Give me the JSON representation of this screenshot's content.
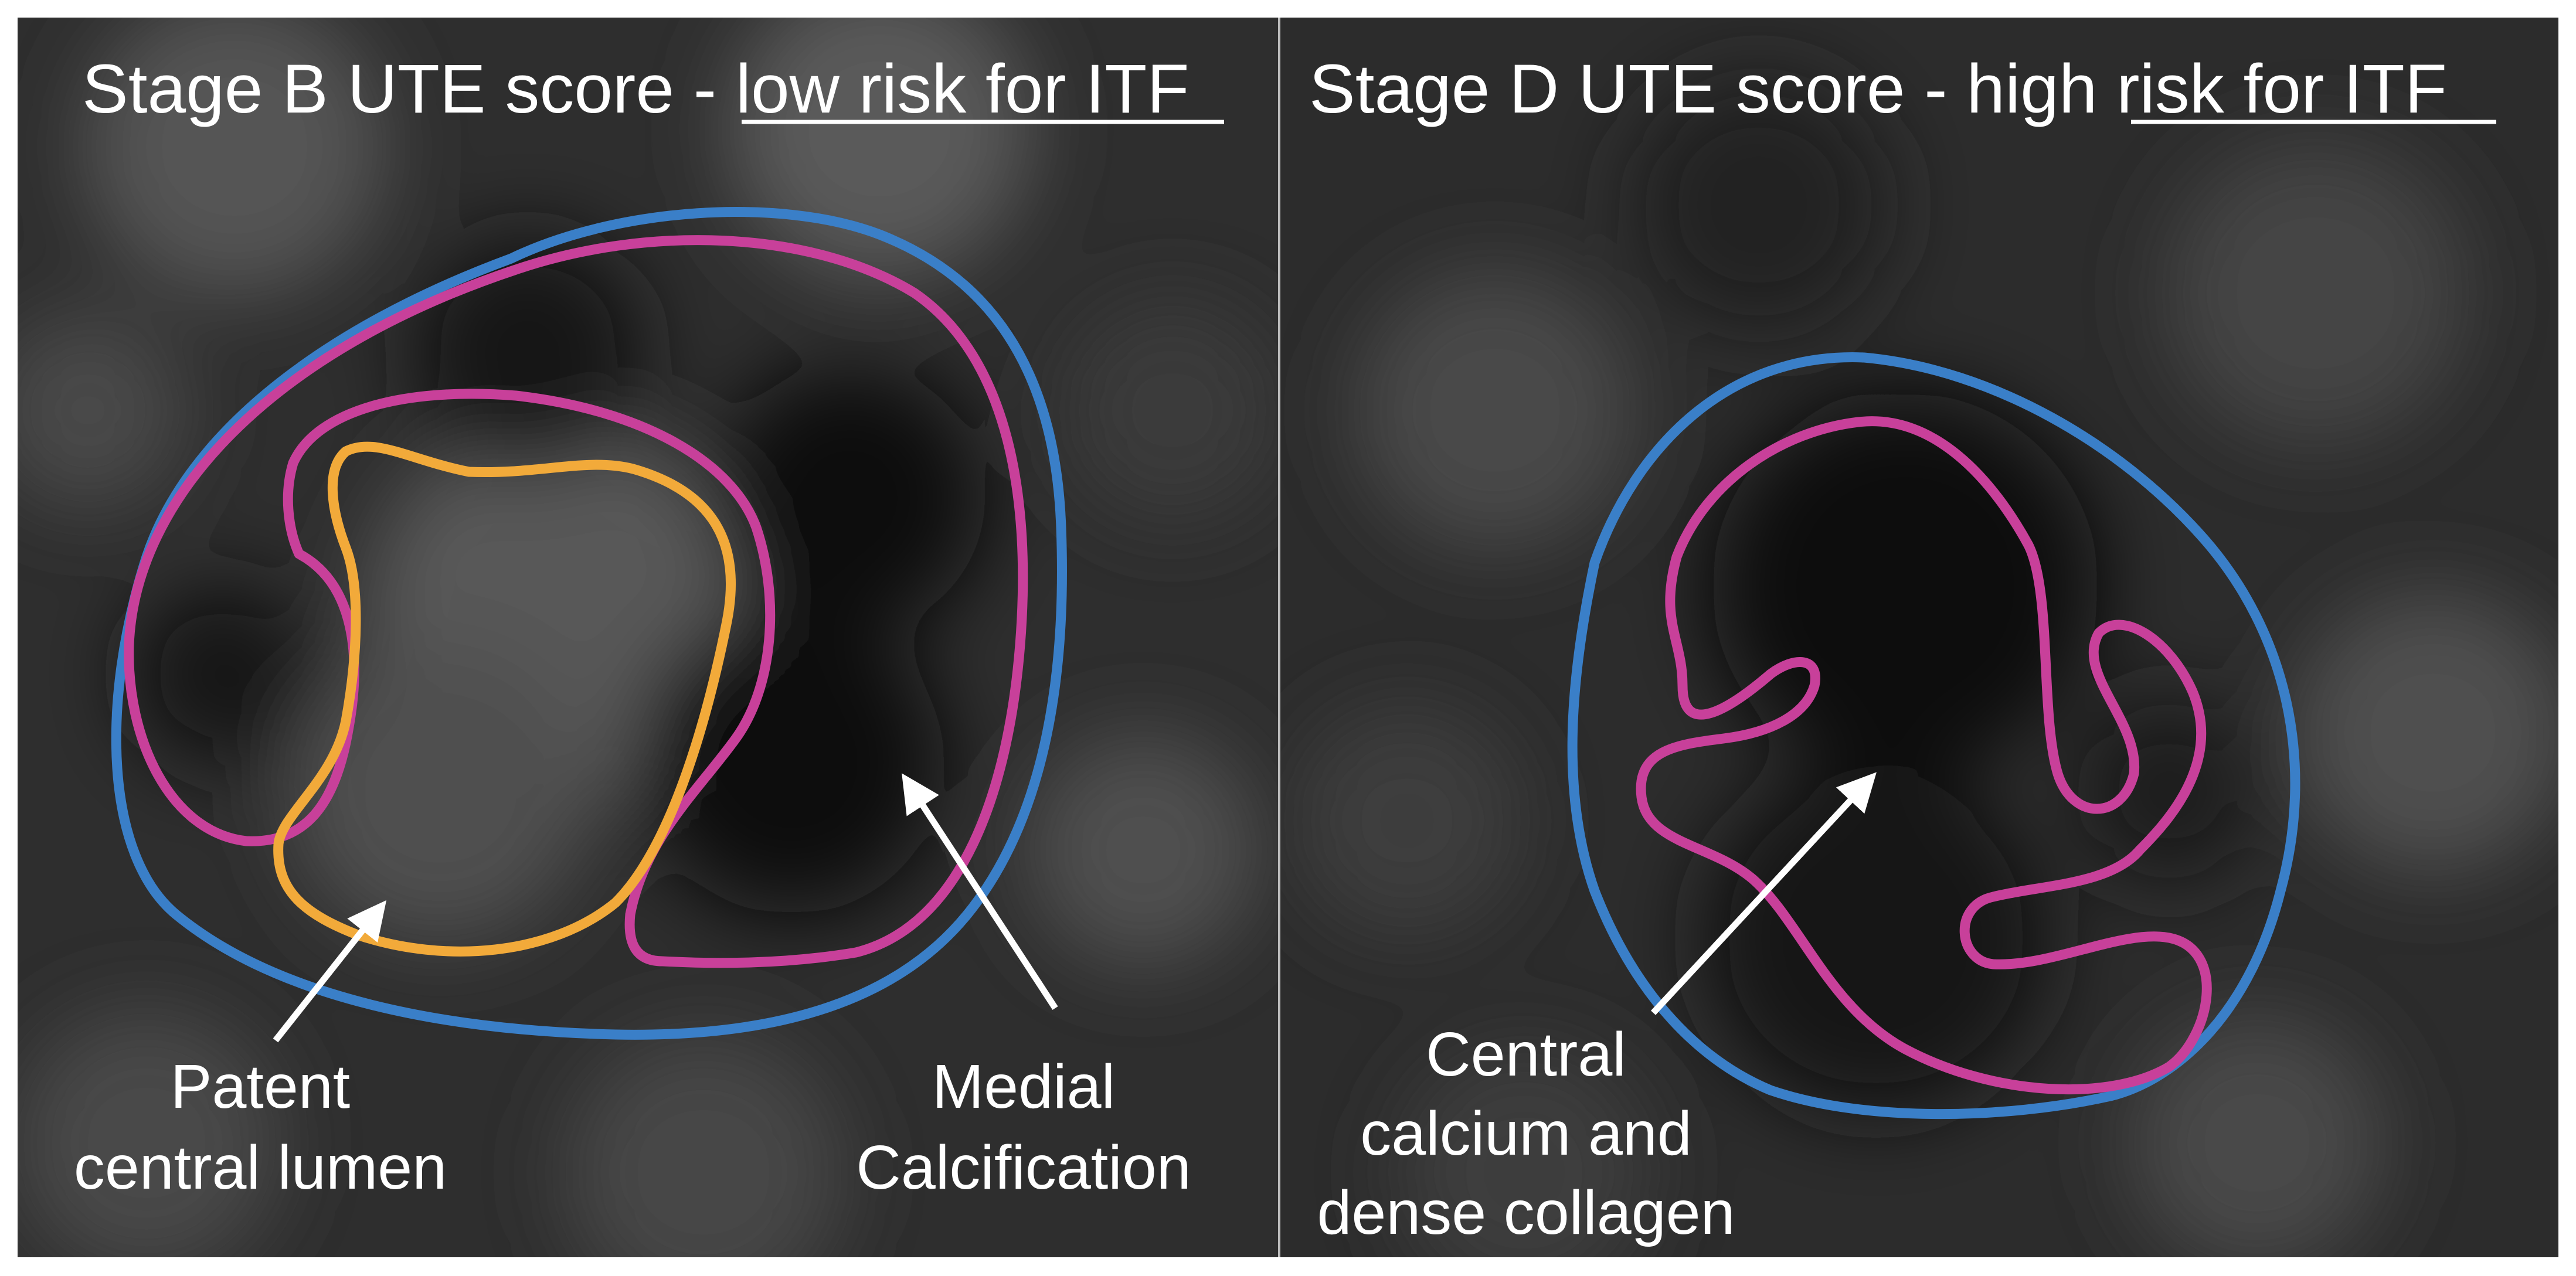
{
  "panels": [
    {
      "title_prefix": "Stage B UTE score - ",
      "title_emphasis": "low risk for ITF",
      "labels": {
        "lumen_line1": "Patent",
        "lumen_line2": "central lumen",
        "calc_line1": "Medial",
        "calc_line2": "Calcification"
      }
    },
    {
      "title_prefix": "Stage D UTE score -  high",
      "title_emphasis": " risk for ITF",
      "labels": {
        "line1": "Central",
        "line2": "calcium and",
        "line3": "dense collagen"
      }
    }
  ],
  "colors": {
    "outer_contour": "#3a7fc8",
    "media_contour": "#c8409a",
    "lumen_contour": "#f2aa3a",
    "text": "#ffffff",
    "panel_background": "#2b2b2b"
  }
}
